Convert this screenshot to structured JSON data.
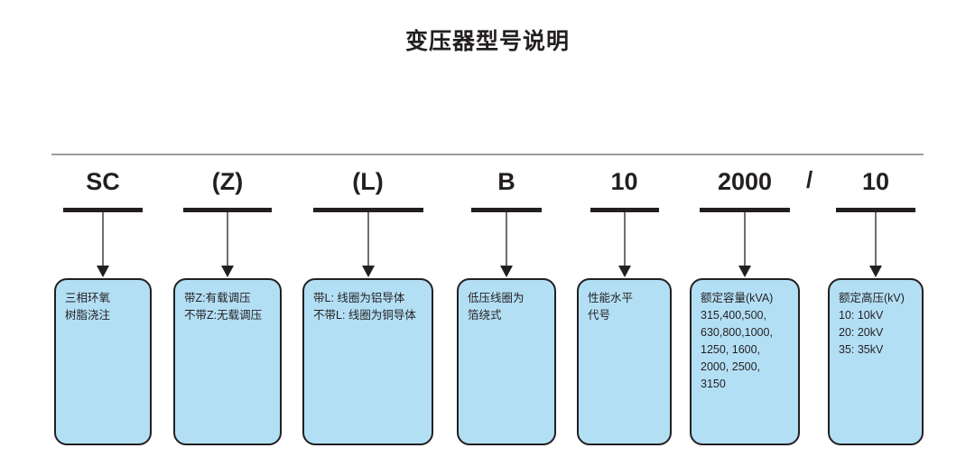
{
  "title": "变压器型号说明",
  "separator": "/",
  "colors": {
    "box_fill": "#b3dff5",
    "box_border": "#231f20",
    "text": "#231f20",
    "rule": "#9d9d9d",
    "arrow_stem": "#6f6f6f"
  },
  "segments": [
    {
      "code": "SC",
      "lines": [
        "三相环氧",
        "树脂浇注"
      ]
    },
    {
      "code": "(Z)",
      "lines": [
        "带Z:有载调压",
        "不带Z:无载调压"
      ]
    },
    {
      "code": "(L)",
      "lines": [
        "带L: 线圈为铝导体",
        "不带L: 线圈为铜导体"
      ]
    },
    {
      "code": "B",
      "lines": [
        "低压线圈为",
        "箔绕式"
      ]
    },
    {
      "code": "10",
      "lines": [
        "性能水平",
        "代号"
      ]
    },
    {
      "code": "2000",
      "lines": [
        "额定容量(kVA)",
        "315,400,500,",
        "630,800,1000,",
        "1250, 1600,",
        "2000, 2500,",
        "3150"
      ]
    },
    {
      "code": "10",
      "lines": [
        "额定高压(kV)",
        "10: 10kV",
        "20: 20kV",
        "35: 35kV"
      ]
    }
  ]
}
